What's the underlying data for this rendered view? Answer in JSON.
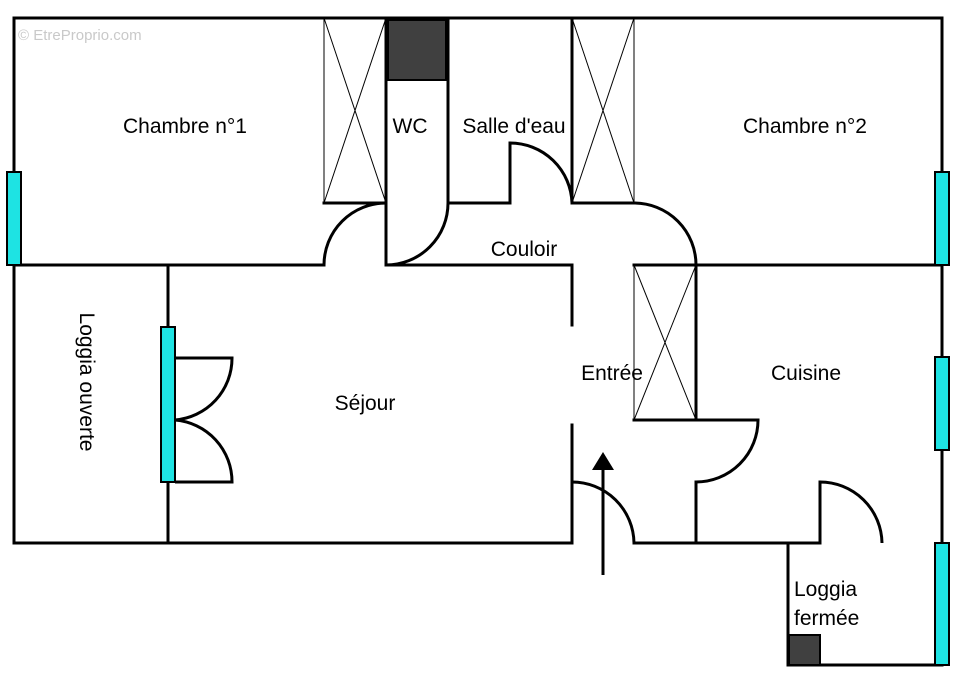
{
  "watermark": "© EtreProprio.com",
  "rooms": {
    "chambre1": "Chambre n°1",
    "wc": "WC",
    "salle_eau": "Salle d'eau",
    "chambre2": "Chambre n°2",
    "couloir": "Couloir",
    "loggia_ouverte": "Loggia ouverte",
    "sejour": "Séjour",
    "entree": "Entrée",
    "cuisine": "Cuisine",
    "loggia_fermee_1": "Loggia",
    "loggia_fermee_2": "fermée"
  },
  "colors": {
    "window": "#1ee3e3",
    "wall": "#000000",
    "shaft": "#404040"
  }
}
